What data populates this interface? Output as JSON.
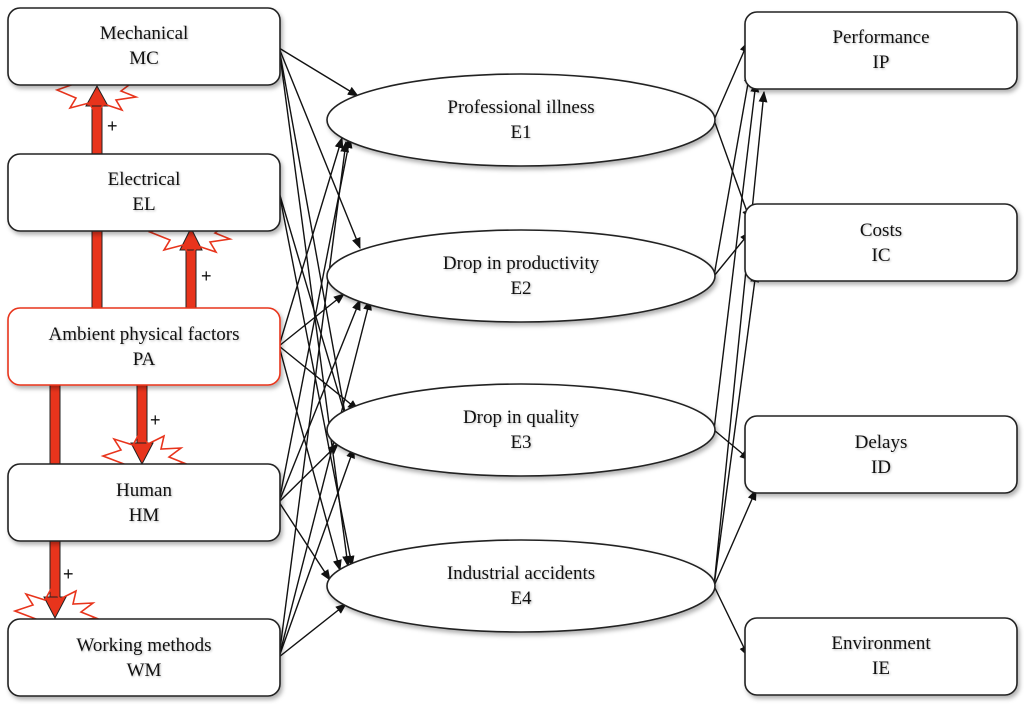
{
  "causes": {
    "mc": {
      "name": "Mechanical",
      "code": "MC"
    },
    "el": {
      "name": "Electrical",
      "code": "EL"
    },
    "pa": {
      "name": "Ambient physical factors",
      "code": "PA"
    },
    "hm": {
      "name": "Human",
      "code": "HM"
    },
    "wm": {
      "name": "Working methods",
      "code": "WM"
    }
  },
  "effects": {
    "e1": {
      "name": "Professional illness",
      "code": "E1"
    },
    "e2": {
      "name": "Drop in productivity",
      "code": "E2"
    },
    "e3": {
      "name": "Drop in quality",
      "code": "E3"
    },
    "e4": {
      "name": "Industrial accidents",
      "code": "E4"
    }
  },
  "impacts": {
    "ip": {
      "name": "Performance",
      "code": "IP"
    },
    "ic": {
      "name": "Costs",
      "code": "IC"
    },
    "id": {
      "name": "Delays",
      "code": "ID"
    },
    "ie": {
      "name": "Environment",
      "code": "IE"
    }
  },
  "influence_sign": "+",
  "colors": {
    "influence_arrow": "#e8341c",
    "highlight_border": "#e8341c",
    "box_border": "#222222",
    "arrow": "#111111"
  },
  "causal_links": [
    [
      "MC",
      "E1"
    ],
    [
      "MC",
      "E2"
    ],
    [
      "MC",
      "E3"
    ],
    [
      "MC",
      "E4"
    ],
    [
      "EL",
      "E3"
    ],
    [
      "EL",
      "E4"
    ],
    [
      "PA",
      "E1"
    ],
    [
      "PA",
      "E2"
    ],
    [
      "PA",
      "E3"
    ],
    [
      "PA",
      "E4"
    ],
    [
      "HM",
      "E1"
    ],
    [
      "HM",
      "E2"
    ],
    [
      "HM",
      "E3"
    ],
    [
      "HM",
      "E4"
    ],
    [
      "WM",
      "E1"
    ],
    [
      "WM",
      "E2"
    ],
    [
      "WM",
      "E3"
    ],
    [
      "WM",
      "E4"
    ],
    [
      "E1",
      "IP"
    ],
    [
      "E1",
      "IC"
    ],
    [
      "E2",
      "IP"
    ],
    [
      "E2",
      "IC"
    ],
    [
      "E3",
      "IP"
    ],
    [
      "E3",
      "ID"
    ],
    [
      "E4",
      "IP"
    ],
    [
      "E4",
      "IC"
    ],
    [
      "E4",
      "ID"
    ],
    [
      "E4",
      "IE"
    ]
  ],
  "influence_links": [
    [
      "PA",
      "MC"
    ],
    [
      "PA",
      "EL"
    ],
    [
      "PA",
      "HM"
    ],
    [
      "PA",
      "WM"
    ]
  ]
}
